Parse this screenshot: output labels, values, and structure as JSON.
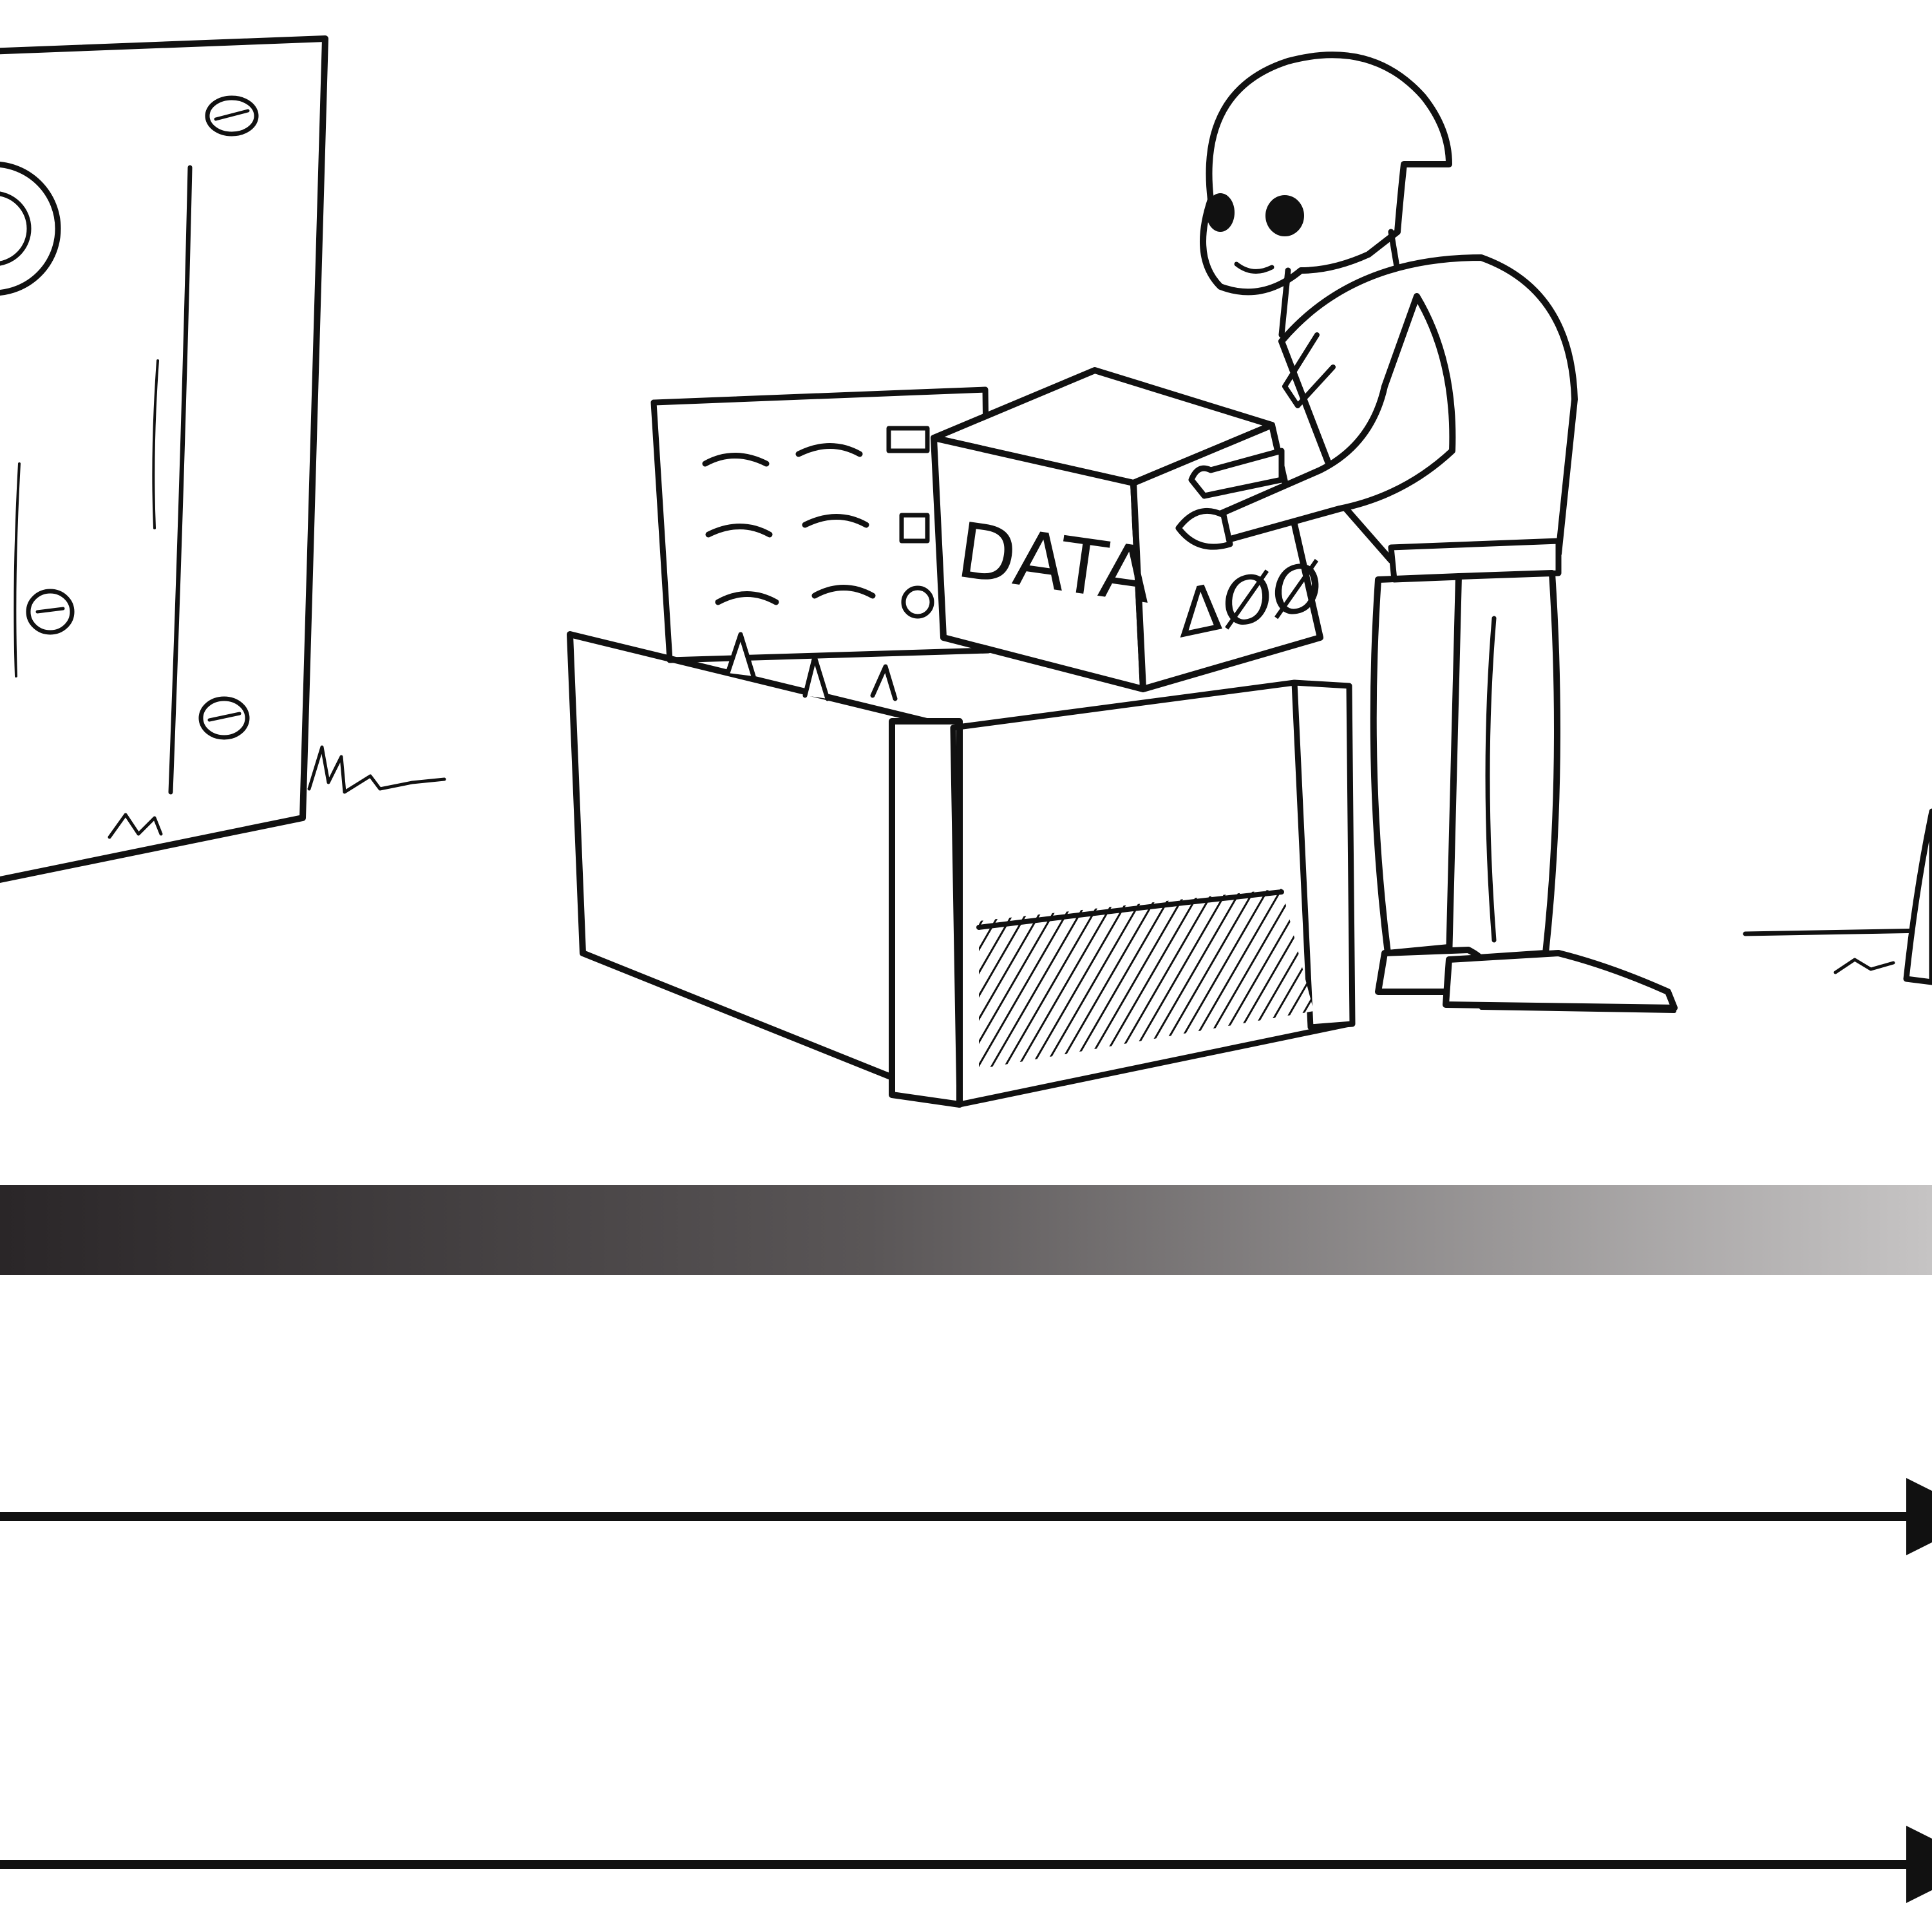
{
  "illustration": {
    "crate_label": "DATA",
    "crate_side_mark": "ΔØØ",
    "style": "black ink sketch on white"
  },
  "gradient_bar": {
    "color_start": "#2a2628",
    "color_end": "#c6c4c4"
  },
  "arrows": [
    {
      "direction": "right",
      "color": "#111111"
    },
    {
      "direction": "right",
      "color": "#111111"
    }
  ],
  "colors": {
    "background": "#ffffff",
    "ink": "#111111"
  }
}
